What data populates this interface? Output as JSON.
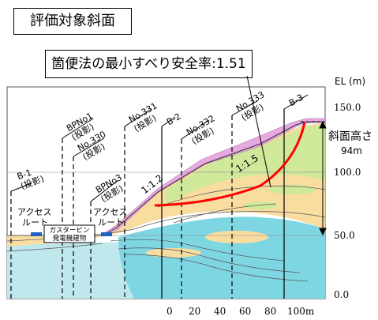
{
  "title": "評価対象斜面",
  "result": "箇便法の最小すべり安全率:1.51",
  "elevation": {
    "unit_label": "EL (m)",
    "ticks": [
      "150.0",
      "100.0",
      "50.0",
      "0.0"
    ]
  },
  "slope_height": {
    "label": "斜面高さ",
    "value": "94m"
  },
  "sections": {
    "b1": [
      "B-1",
      "(投影)"
    ],
    "bpno1": [
      "BPNo1",
      "(投影)"
    ],
    "no330": [
      "No.330",
      "(投影)"
    ],
    "bpno3": [
      "BPNo3",
      "(投影)"
    ],
    "no331": [
      "No.331",
      "(投影)"
    ],
    "b2": "B-2",
    "no332": [
      "No.332",
      "(投影)"
    ],
    "no333": [
      "No.333",
      "(投影)"
    ],
    "b3": "B-3"
  },
  "access_route": [
    "アクセス",
    "ルート"
  ],
  "building": [
    "ガスタービン",
    "発電機建物"
  ],
  "gradients": [
    "1:1.2",
    "1:1.5"
  ],
  "scale": [
    "0",
    "20",
    "40",
    "60",
    "80",
    "100m"
  ],
  "colors": {
    "slip_line": "#ff0000",
    "surface_fill": "#e8a8e0",
    "weathered": "#cfe89a",
    "sand": "#f8dca0",
    "rock": "#bfe8ec",
    "deep": "#7fd6e3"
  }
}
